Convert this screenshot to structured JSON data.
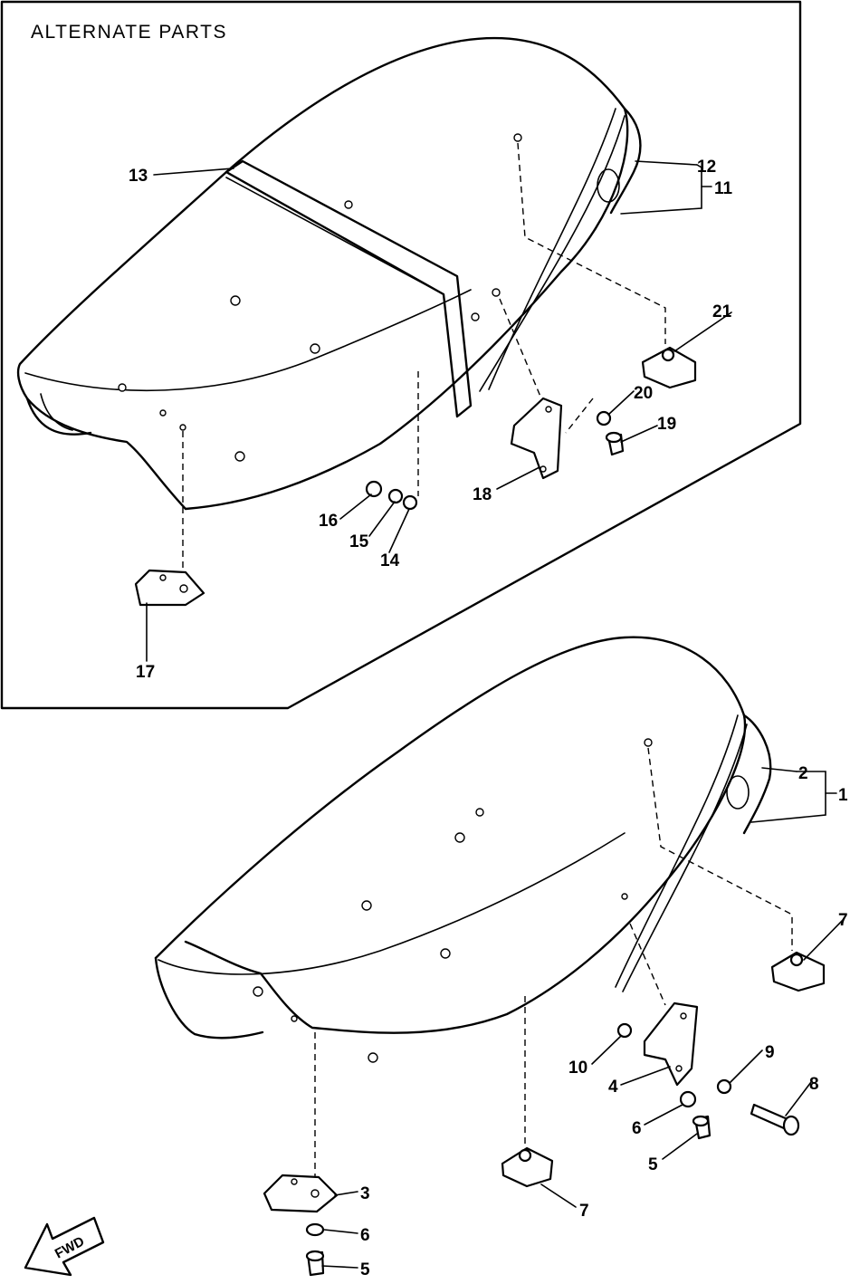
{
  "title": "ALTERNATE PARTS",
  "fwd_label": "FWD",
  "callouts": {
    "c1": "1",
    "c2": "2",
    "c3": "3",
    "c4": "4",
    "c5a": "5",
    "c5b": "5",
    "c6a": "6",
    "c6b": "6",
    "c7a": "7",
    "c7b": "7",
    "c8": "8",
    "c9": "9",
    "c10": "10",
    "c11": "11",
    "c12": "12",
    "c13": "13",
    "c14": "14",
    "c15": "15",
    "c16": "16",
    "c17": "17",
    "c18": "18",
    "c19": "19",
    "c20": "20",
    "c21": "21"
  }
}
